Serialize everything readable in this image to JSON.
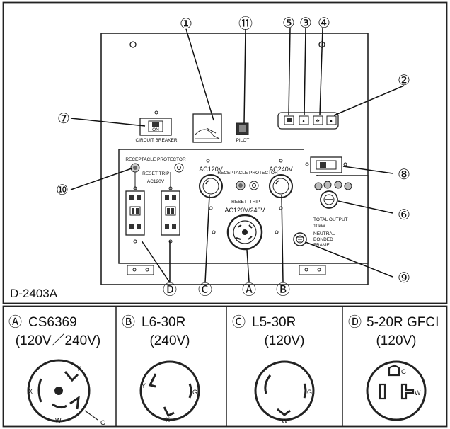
{
  "callouts": [
    {
      "id": "1",
      "label": "①"
    },
    {
      "id": "2",
      "label": "②"
    },
    {
      "id": "3",
      "label": "③"
    },
    {
      "id": "4",
      "label": "④"
    },
    {
      "id": "5",
      "label": "⑤"
    },
    {
      "id": "6",
      "label": "⑥"
    },
    {
      "id": "7",
      "label": "⑦"
    },
    {
      "id": "8",
      "label": "⑧"
    },
    {
      "id": "9",
      "label": "⑨"
    },
    {
      "id": "10",
      "label": "⑩"
    },
    {
      "id": "11",
      "label": "⑪"
    },
    {
      "id": "A",
      "label": "Ⓐ"
    },
    {
      "id": "B",
      "label": "Ⓑ"
    },
    {
      "id": "C",
      "label": "Ⓒ"
    },
    {
      "id": "D",
      "label": "Ⓓ"
    }
  ],
  "diagram_code": "D-2403A",
  "panel_labels": {
    "circuit_breaker": "CIRCUIT BREAKER",
    "breaker_on": "ON",
    "pilot": "PILOT",
    "receptacle_protector": "RECEPTACLE PROTECTOR",
    "reset": "RESET",
    "trip": "TRIP",
    "ac120v_left": "AC120V",
    "ac120v_mid": "AC120V",
    "ac240v": "AC240V",
    "ac120v240v": "AC120V/240V",
    "total_output": "TOTAL OUTPUT",
    "total_output_value": "10kW",
    "neutral": "NEUTRAL",
    "bonded": "BONDED",
    "frame": "FRAME"
  },
  "receptacles": [
    {
      "letter": "Ⓐ",
      "model": "CS6369",
      "voltage": "(120V／240V)",
      "pins": {
        "x": "X",
        "y": "Y",
        "w": "W",
        "g": "G"
      }
    },
    {
      "letter": "Ⓑ",
      "model": "L6-30R",
      "voltage": "(240V)",
      "pins": {
        "y": "Y",
        "x": "X",
        "g": "G"
      }
    },
    {
      "letter": "Ⓒ",
      "model": "L5-30R",
      "voltage": "(120V)",
      "pins": {
        "w": "W",
        "g": "G"
      }
    },
    {
      "letter": "Ⓓ",
      "model": "5-20R GFCI",
      "voltage": "(120V)",
      "pins": {
        "g": "G",
        "w": "W"
      }
    }
  ]
}
